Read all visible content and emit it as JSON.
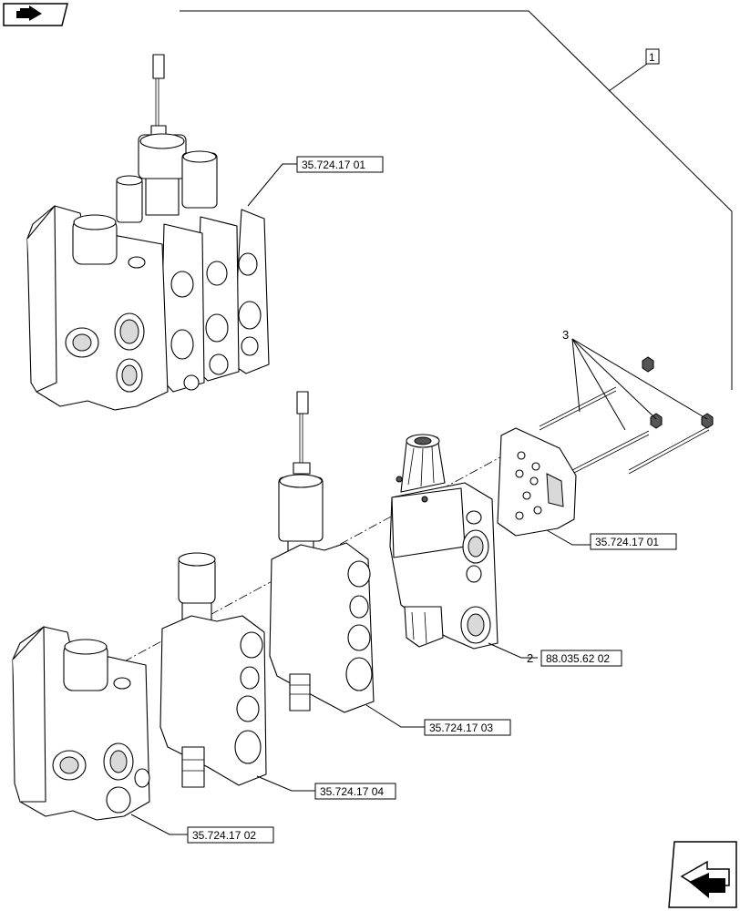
{
  "diagram": {
    "item_1": "1",
    "item_2": "2",
    "item_3": "3",
    "refs": {
      "top_valve": "35.724.17 01",
      "end_plate": "35.724.17 01",
      "part_2": "88.035.62 02",
      "section_03": "35.724.17 03",
      "section_04": "35.724.17 04",
      "inlet": "35.724.17 02"
    },
    "icons": {
      "top_left": "book-with-arrow-icon",
      "bottom_right": "next-page-arrow-icon"
    }
  }
}
